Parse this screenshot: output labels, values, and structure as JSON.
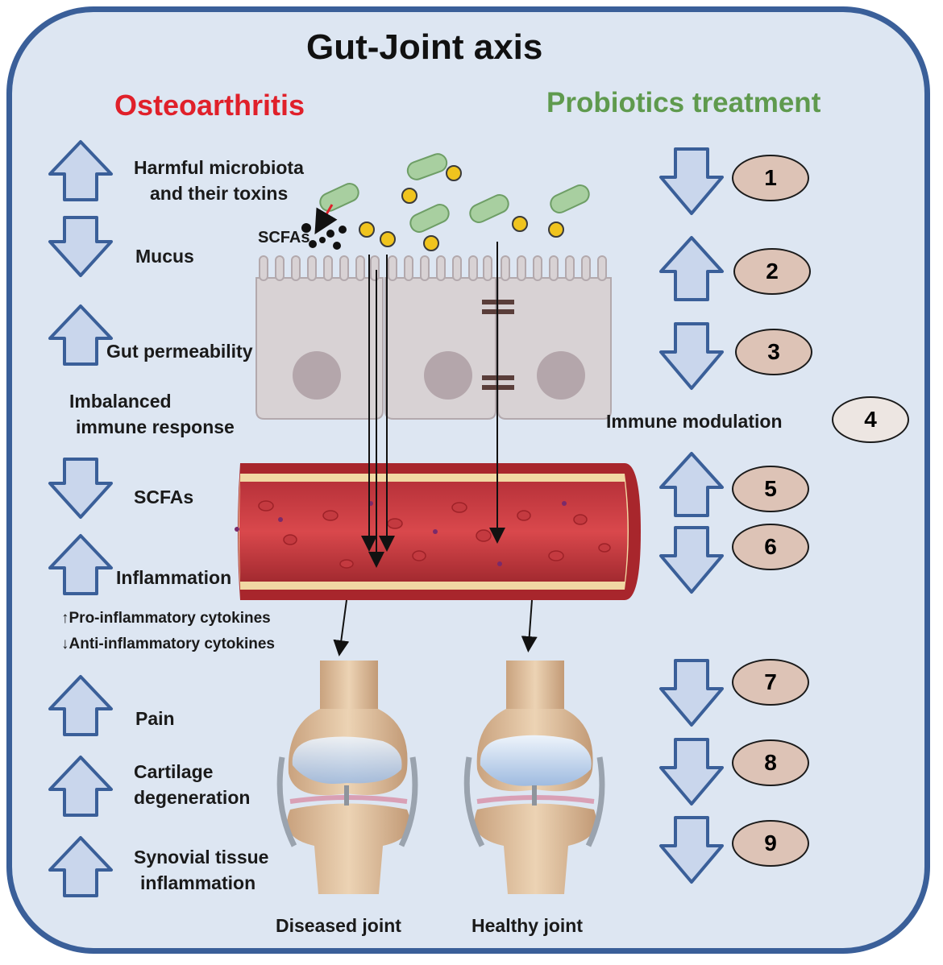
{
  "title": "Gut-Joint axis",
  "left_heading": "Osteoarthritis",
  "right_heading": "Probiotics treatment",
  "left_items": {
    "harmful": [
      "Harmful microbiota",
      "and their toxins"
    ],
    "mucus": "Mucus",
    "permeability": "Gut permeability",
    "immune": [
      "Imbalanced",
      "immune response"
    ],
    "scfas": "SCFAs",
    "inflammation": "Inflammation",
    "pro_cytokines": "↑Pro-inflammatory cytokines",
    "anti_cytokines": "↓Anti-inflammatory cytokines",
    "pain": "Pain",
    "cartilage": [
      "Cartilage",
      "degeneration"
    ],
    "synovial": [
      "Synovial tissue",
      "inflammation"
    ]
  },
  "scfa_label": "SCFAs",
  "immune_modulation": "Immune modulation",
  "numbers": [
    "1",
    "2",
    "3",
    "4",
    "5",
    "6",
    "7",
    "8",
    "9"
  ],
  "joint_labels": {
    "diseased": "Diseased joint",
    "healthy": "Healthy joint"
  },
  "colors": {
    "frame": "#3a5f99",
    "arrow_fill": "#c9d6ec",
    "arrow_stroke": "#3a5f99",
    "heading_red": "#e0202a",
    "heading_green": "#5f9a4e",
    "number_fill": "#ddc3b6"
  },
  "icons": [
    "up-arrow-icon",
    "down-arrow-icon",
    "bacteria-icon",
    "scfa-dot-icon",
    "epithelial-cell-icon",
    "blood-vessel-icon",
    "knee-joint-icon"
  ]
}
